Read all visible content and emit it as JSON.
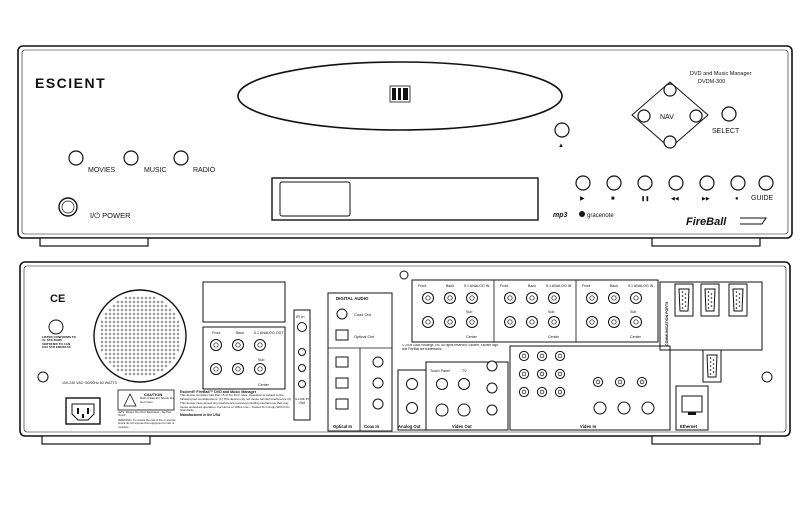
{
  "front": {
    "brand": "ESCIENT",
    "product_line1": "DVD and Music Manager",
    "product_line2": "DVDM-300",
    "nav_label": "NAV",
    "select_label": "SELECT",
    "movies_label": "MOVIES",
    "music_label": "MUSIC",
    "radio_label": "RADIO",
    "power_label": "I/⏻ POWER",
    "guide_label": "GUIDE",
    "eject_glyph": "▲",
    "transport_glyphs": [
      "▶",
      "■",
      "❚❚",
      "◀◀",
      "▶▶",
      "●"
    ],
    "mp3_logo": "mp3",
    "gracenote_logo": "gracenote",
    "fireball_logo": "FireBall"
  },
  "rear": {
    "digital_audio_title": "DIGITAL AUDIO",
    "coax_out": "Coax Out",
    "optical_out": "Optical Out",
    "optical_in": "Optical In",
    "coax_in": "Coax In",
    "analog_out": "Analog Out",
    "video_out": "Video Out",
    "video_in": "Video In",
    "ethernet": "Ethernet",
    "ir_in": "IR In",
    "slink": "S-Link IR Out",
    "comm_ports": "COMMUNICATION PORTS",
    "analog_group_labels": [
      "Front",
      "Back",
      "5.1 ANALOG IN"
    ],
    "zone2_labels": [
      "Front",
      "Back",
      "5.1 ANALOG OUT"
    ],
    "center_label": "Center",
    "sub_label": "Sub",
    "touch_panel": "Touch Panel",
    "tv_label": "TV",
    "ce_label": "CE",
    "power_rating": "100-240 VAC~50/60Hz 60 WATTS",
    "caution_title": "CAUTION",
    "caution_text": "Risk of Electric Shock Do Not Open",
    "avis_text": "AVIS: Risque De Choc Electrique - Ne Pas Ouvrir",
    "warning_text": "WARNING: To reduce the risk of fire or electric shock do not expose this equipment to rain or moisture",
    "fcc_title": "Escient® FireBall™ DVD and Music Manager",
    "fcc_text": "This device complies with Part 15 of the FCC rules. Operation is subject to the following two considerations: (1) This device may not cause harmful interference (2) This device must accept any interference received including interference that may cause undesired operation. For Home or Office Use – Tested To Comply With FCC Standards",
    "made_in": "Manufactured in the USA",
    "copyright_text": "© 2004 D&M Holdings, Inc. All rights reserved. Escient, Escient logo and FireBall are trademarks.",
    "listed_text": "LISTED CONFORMS TO UL STD 60065 CERTIFIED TO CAN CSA STD E60065-00"
  }
}
